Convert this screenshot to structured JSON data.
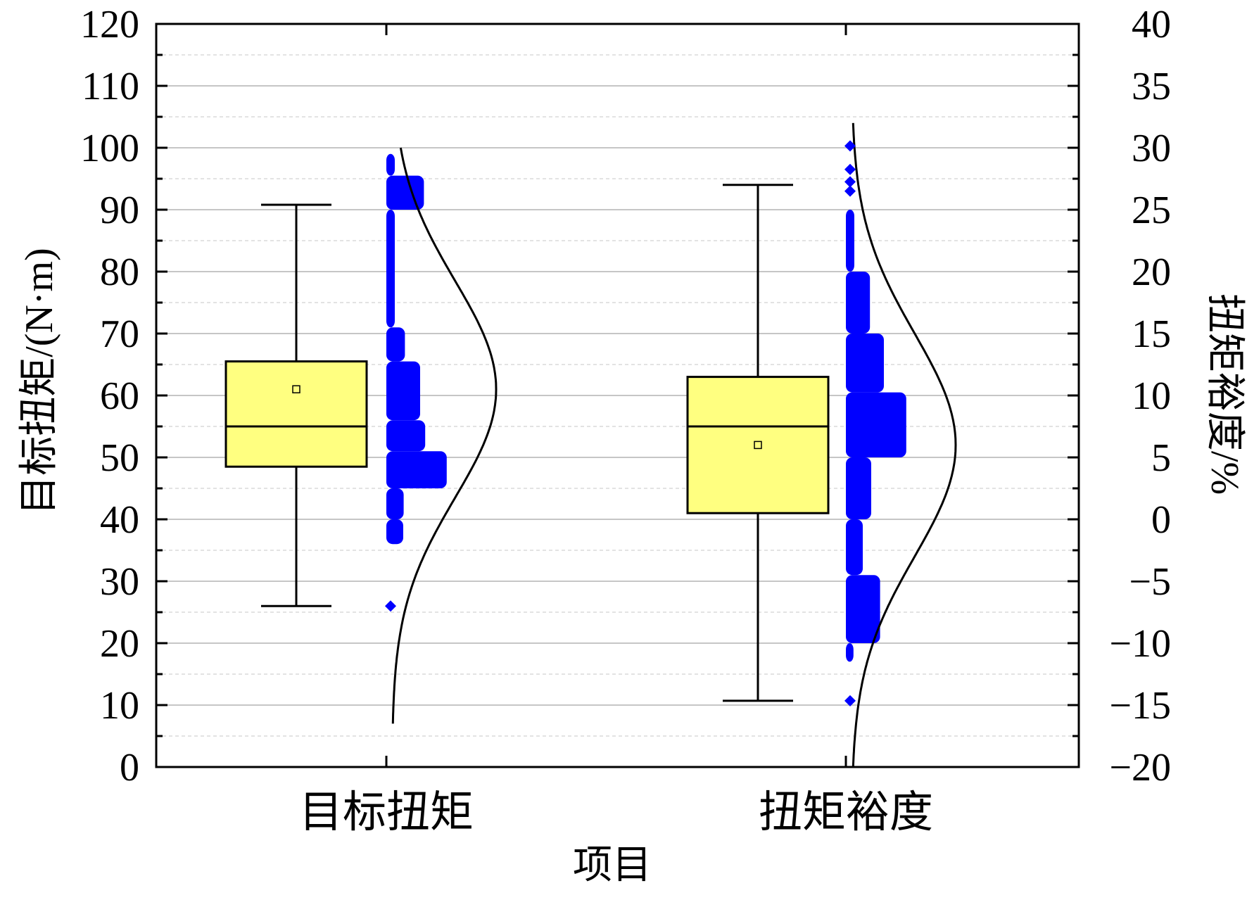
{
  "chart_data": {
    "type": "box",
    "xlabel": "项目",
    "ylabel_left": "目标扭矩/(N·m)",
    "ylabel_right": "扭矩裕度/%",
    "categories": [
      "目标扭矩",
      "扭矩裕度"
    ],
    "y_left": {
      "range": [
        0,
        120
      ],
      "ticks": [
        "0",
        "10",
        "20",
        "30",
        "40",
        "50",
        "60",
        "70",
        "80",
        "90",
        "100",
        "110",
        "120"
      ]
    },
    "y_right": {
      "range": [
        -20,
        40
      ],
      "ticks": [
        "−20",
        "−15",
        "−10",
        "−5",
        "0",
        "5",
        "10",
        "15",
        "20",
        "25",
        "30",
        "35",
        "40"
      ]
    },
    "grid": true,
    "colors": {
      "box_fill": "#ffff80",
      "points": "#0000ff",
      "line": "#000000"
    },
    "series": [
      {
        "axis": "left",
        "box": {
          "whisker_low": 26,
          "q1": 48.5,
          "median": 55,
          "q3": 65.5,
          "whisker_high": 90.8,
          "mean": 61
        },
        "distribution_bins": [
          {
            "range": [
              36,
              40
            ],
            "count": 40
          },
          {
            "range": [
              40,
              45
            ],
            "count": 41
          },
          {
            "range": [
              45,
              51
            ],
            "count": 143
          },
          {
            "range": [
              51,
              56
            ],
            "count": 92
          },
          {
            "range": [
              56,
              65.5
            ],
            "count": 80
          },
          {
            "range": [
              65.5,
              71
            ],
            "count": 44
          },
          {
            "range": [
              71,
              90
            ],
            "count": 20
          },
          {
            "range": [
              90,
              95.5
            ],
            "count": 89
          },
          {
            "range": [
              95.5,
              99
            ],
            "count": 20
          }
        ],
        "outliers": [
          26
        ],
        "normal_curve": {
          "mean": 61,
          "sd": 17.5,
          "y_range": [
            7,
            100
          ]
        }
      },
      {
        "axis": "left",
        "box": {
          "whisker_low": 10.7,
          "q1": 41,
          "median": 55,
          "q3": 63,
          "whisker_high": 94,
          "mean": 52
        },
        "distribution_bins": [
          {
            "range": [
              17,
              20
            ],
            "count": 18
          },
          {
            "range": [
              20,
              31
            ],
            "count": 81
          },
          {
            "range": [
              31,
              40
            ],
            "count": 40
          },
          {
            "range": [
              40,
              50
            ],
            "count": 60
          },
          {
            "range": [
              50,
              60.5
            ],
            "count": 143
          },
          {
            "range": [
              60.5,
              70
            ],
            "count": 90
          },
          {
            "range": [
              70,
              80
            ],
            "count": 57
          },
          {
            "range": [
              80,
              90
            ],
            "count": 20
          }
        ],
        "outliers": [
          10.7,
          93,
          94.5,
          96.5,
          100.3
        ],
        "normal_curve": {
          "mean": 52,
          "sd": 18,
          "y_range": [
            0,
            104
          ]
        }
      }
    ]
  }
}
